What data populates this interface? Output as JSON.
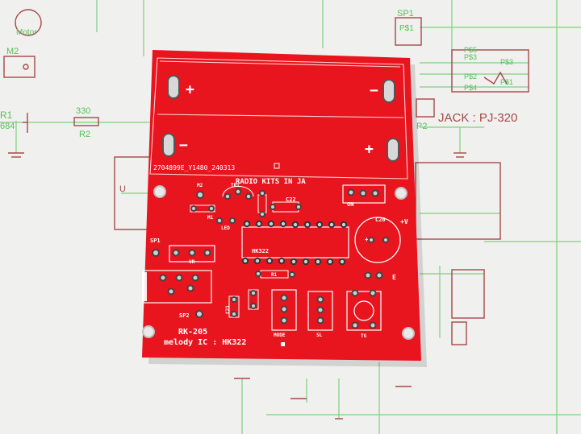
{
  "schematic": {
    "motor_label": "Motor",
    "m2_label": "M2",
    "r1_label": "R1",
    "r1_value": "684",
    "r2_value": "330",
    "r2_label": "R2",
    "u_label": "U",
    "sp1_label": "SP1",
    "sp1_pin": "P$1",
    "sp2_label": "P2",
    "jack_label": "JACK : PJ-320",
    "jack_pins": [
      "P$5",
      "P$3",
      "P$3",
      "P$2",
      "P$4",
      "P$1"
    ]
  },
  "pcb": {
    "board_color": "#e8141e",
    "serial": "2704899E_Y1480_240313",
    "plus_top": "+",
    "minus_top": "−",
    "minus_bottom": "−",
    "plus_bottom": "+",
    "header": "RADIO KITS IN JA",
    "on_label": "ON",
    "m2_label": "M2",
    "tr1_label": "TR1",
    "c22_label": "C22",
    "c20_label": "C20",
    "plus_v": "+V",
    "m1_label": "M1",
    "led_label": "LED",
    "hk322_label": "HK322",
    "sp1_label": "SP1",
    "vr_label": "VR",
    "r1_label": "R1",
    "e_label": "E",
    "c21_label": "C21",
    "sp2_label": "SP2",
    "model_label": "MODE",
    "sl_label": "SL",
    "tg_label": "TG",
    "kit_name": "RK-205",
    "melody_ic": "melody IC : HK322"
  }
}
